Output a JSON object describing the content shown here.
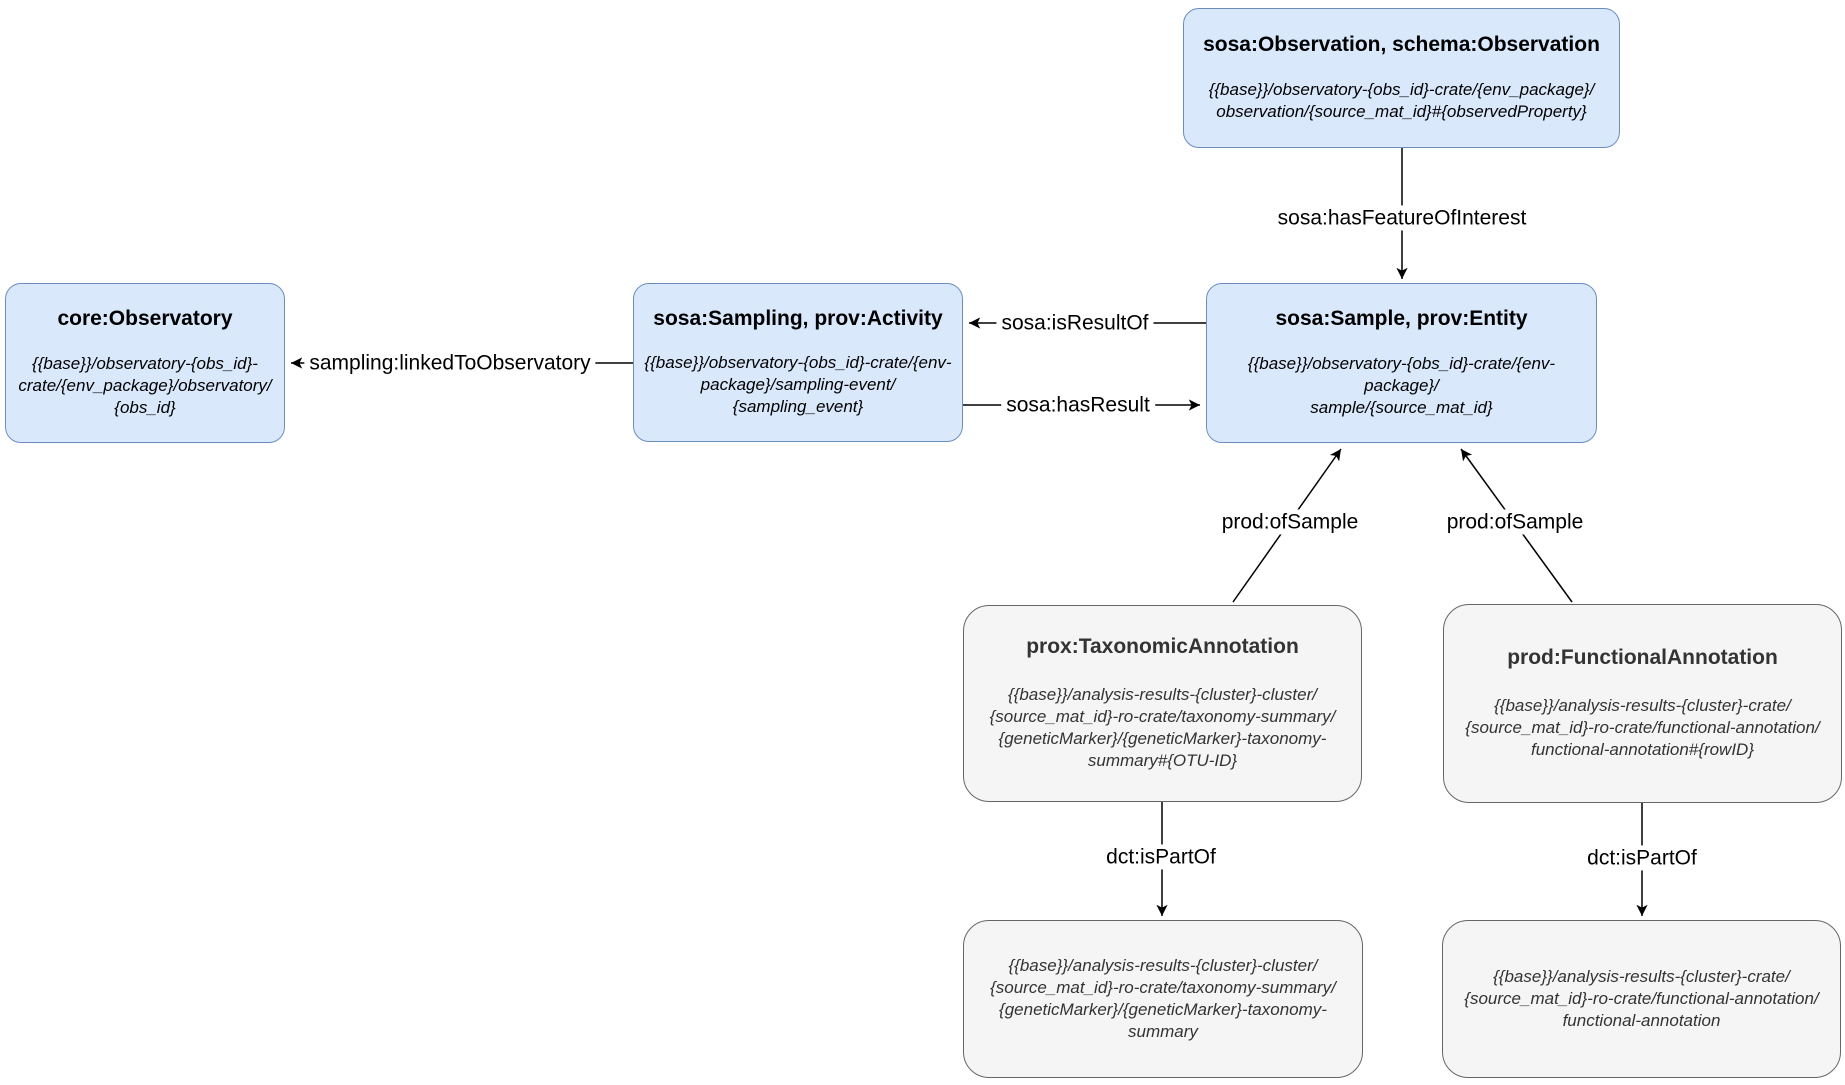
{
  "diagram": {
    "nodes": {
      "observation": {
        "title": "sosa:Observation, schema:Observation",
        "uri": "{{base}}/observatory-{obs_id}-crate/{env_package}/\nobservation/{source_mat_id}#{observedProperty}"
      },
      "observatory": {
        "title": "core:Observatory",
        "uri": "{{base}}/observatory-{obs_id}-\ncrate/{env_package}/observatory/\n{obs_id}"
      },
      "sampling": {
        "title": "sosa:Sampling, prov:Activity",
        "uri": "{{base}}/observatory-{obs_id}-crate/{env-\npackage}/sampling-event/\n{sampling_event}"
      },
      "sample": {
        "title": "sosa:Sample, prov:Entity",
        "uri": "{{base}}/observatory-{obs_id}-crate/{env-\npackage}/\nsample/{source_mat_id}"
      },
      "taxonomic_annotation": {
        "title": "prox:TaxonomicAnnotation",
        "uri": "{{base}}/analysis-results-{cluster}-cluster/\n{source_mat_id}-ro-crate/taxonomy-summary/\n{geneticMarker}/{geneticMarker}-taxonomy-\nsummary#{OTU-ID}"
      },
      "functional_annotation": {
        "title": "prod:FunctionalAnnotation",
        "uri": "{{base}}/analysis-results-{cluster}-crate/\n{source_mat_id}-ro-crate/functional-annotation/\nfunctional-annotation#{rowID}"
      },
      "taxonomy_summary_resource": {
        "uri": "{{base}}/analysis-results-{cluster}-cluster/\n{source_mat_id}-ro-crate/taxonomy-summary/\n{geneticMarker}/{geneticMarker}-taxonomy-\nsummary"
      },
      "functional_annotation_resource": {
        "uri": "{{base}}/analysis-results-{cluster}-crate/\n{source_mat_id}-ro-crate/functional-annotation/\nfunctional-annotation"
      }
    },
    "edges": {
      "has_feature_of_interest": "sosa:hasFeatureOfInterest",
      "is_result_of": "sosa:isResultOf",
      "has_result": "sosa:hasResult",
      "linked_to_observatory": "sampling:linkedToObservatory",
      "of_sample_taxonomic": "prod:ofSample",
      "of_sample_functional": "prod:ofSample",
      "is_part_of_taxonomic": "dct:isPartOf",
      "is_part_of_functional": "dct:isPartOf"
    },
    "colors": {
      "entity_fill": "#dae8fc",
      "entity_border": "#6c8ebf",
      "annotation_fill": "#f5f5f5",
      "annotation_border": "#666666",
      "edge_color": "#000000",
      "entity_text": "#000000",
      "annotation_text": "#333333",
      "background": "#ffffff"
    }
  }
}
